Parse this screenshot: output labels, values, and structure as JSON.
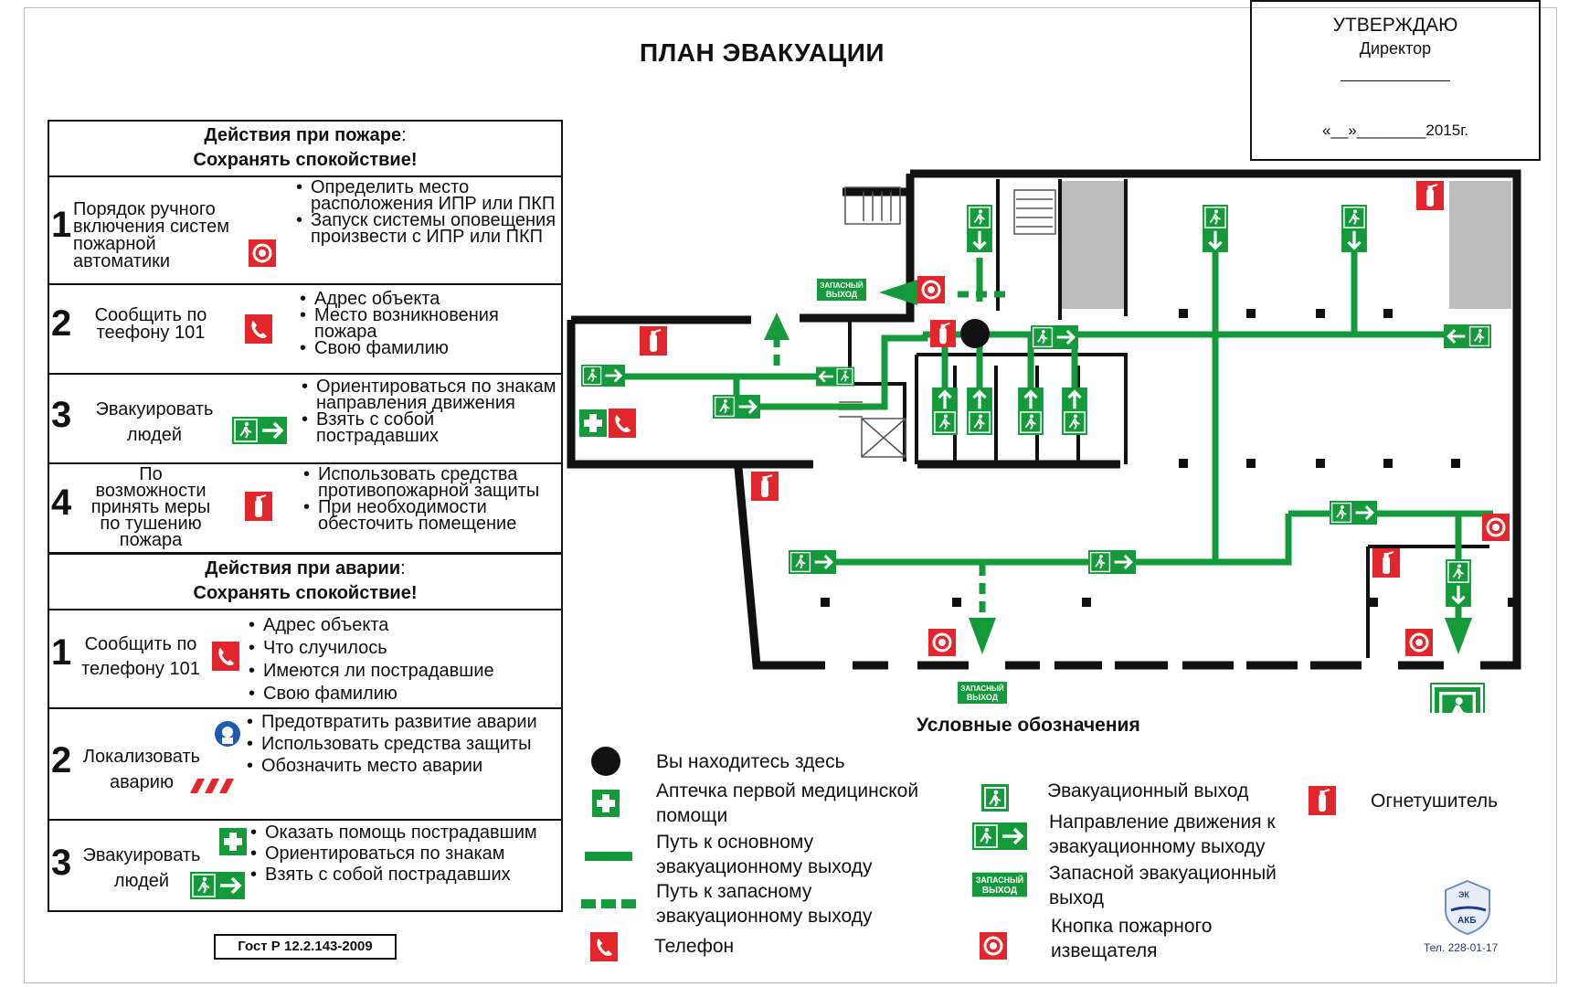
{
  "title": "ПЛАН ЭВАКУАЦИИ",
  "approval": {
    "line1": "УТВЕРЖДАЮ",
    "line2": "Директор",
    "date": "«__»________2015г."
  },
  "fire": {
    "header_bold": "Действия при пожаре",
    "header_colon": ":",
    "header_sub": "Сохранять спокойствие!",
    "rows": [
      {
        "num": "1",
        "label": "Порядок ручного включения систем пожарной автоматики",
        "bullets": [
          "Определить место расположения ИПР или ПКП",
          "Запуск системы оповещения произвести с ИПР или ПКП"
        ]
      },
      {
        "num": "2",
        "label": "Сообщить по теефону 101",
        "bullets": [
          "Адрес объекта",
          "Место возникновения пожара",
          "Свою фамилию"
        ]
      },
      {
        "num": "3",
        "label": "Эвакуировать людей",
        "bullets": [
          "Ориентироваться по знакам направления движения",
          "Взять с собой пострадавших"
        ]
      },
      {
        "num": "4",
        "label": "По возможности принять меры по тушению пожара",
        "bullets": [
          "Использовать средства противопожарной защиты",
          "При необходимости обесточить помещение"
        ]
      }
    ]
  },
  "accident": {
    "header_bold": "Действия при аварии",
    "header_colon": ":",
    "header_sub": "Сохранять спокойствие!",
    "rows": [
      {
        "num": "1",
        "label": "Сообщить по телефону 101",
        "bullets": [
          "Адрес объекта",
          "Что случилось",
          "Имеются ли пострадавшие",
          "Свою фамилию"
        ]
      },
      {
        "num": "2",
        "label": "Локализовать аварию",
        "bullets": [
          "Предотвратить развитие аварии",
          "Использовать средства защиты",
          "Обозначить место аварии"
        ]
      },
      {
        "num": "3",
        "label": "Эвакуировать людей",
        "bullets": [
          "Оказать помощь пострадавшим",
          "Ориентироваться по знакам",
          "Взять с собой пострадавших"
        ]
      }
    ]
  },
  "gost": "Гост Р 12.2.143-2009",
  "plan": {
    "reserve_exit": "ЗАПАСНЫЙ ВЫХОД"
  },
  "legend": {
    "title": "Условные обозначения",
    "you_are_here": "Вы находитесь здесь",
    "first_aid": "Аптечка первой медицинской помощи",
    "main_path": "Путь к основному эвакуационному выходу",
    "reserve_path": "Путь к запасному эвакуационному выходу",
    "phone": "Телефон",
    "exit": "Эвакуационный выход",
    "direction": "Направление движения к эвакуационному выходу",
    "reserve_exit": "Запасной эвакуационный выход",
    "alarm_button": "Кнопка пожарного извещателя",
    "extinguisher": "Огнетушитель"
  },
  "company": {
    "logo_text": "ЭК АКБ",
    "phone": "Тел. 228-01-17"
  },
  "colors": {
    "green": "#149a3a",
    "red": "#e3262b",
    "black": "#111111"
  }
}
